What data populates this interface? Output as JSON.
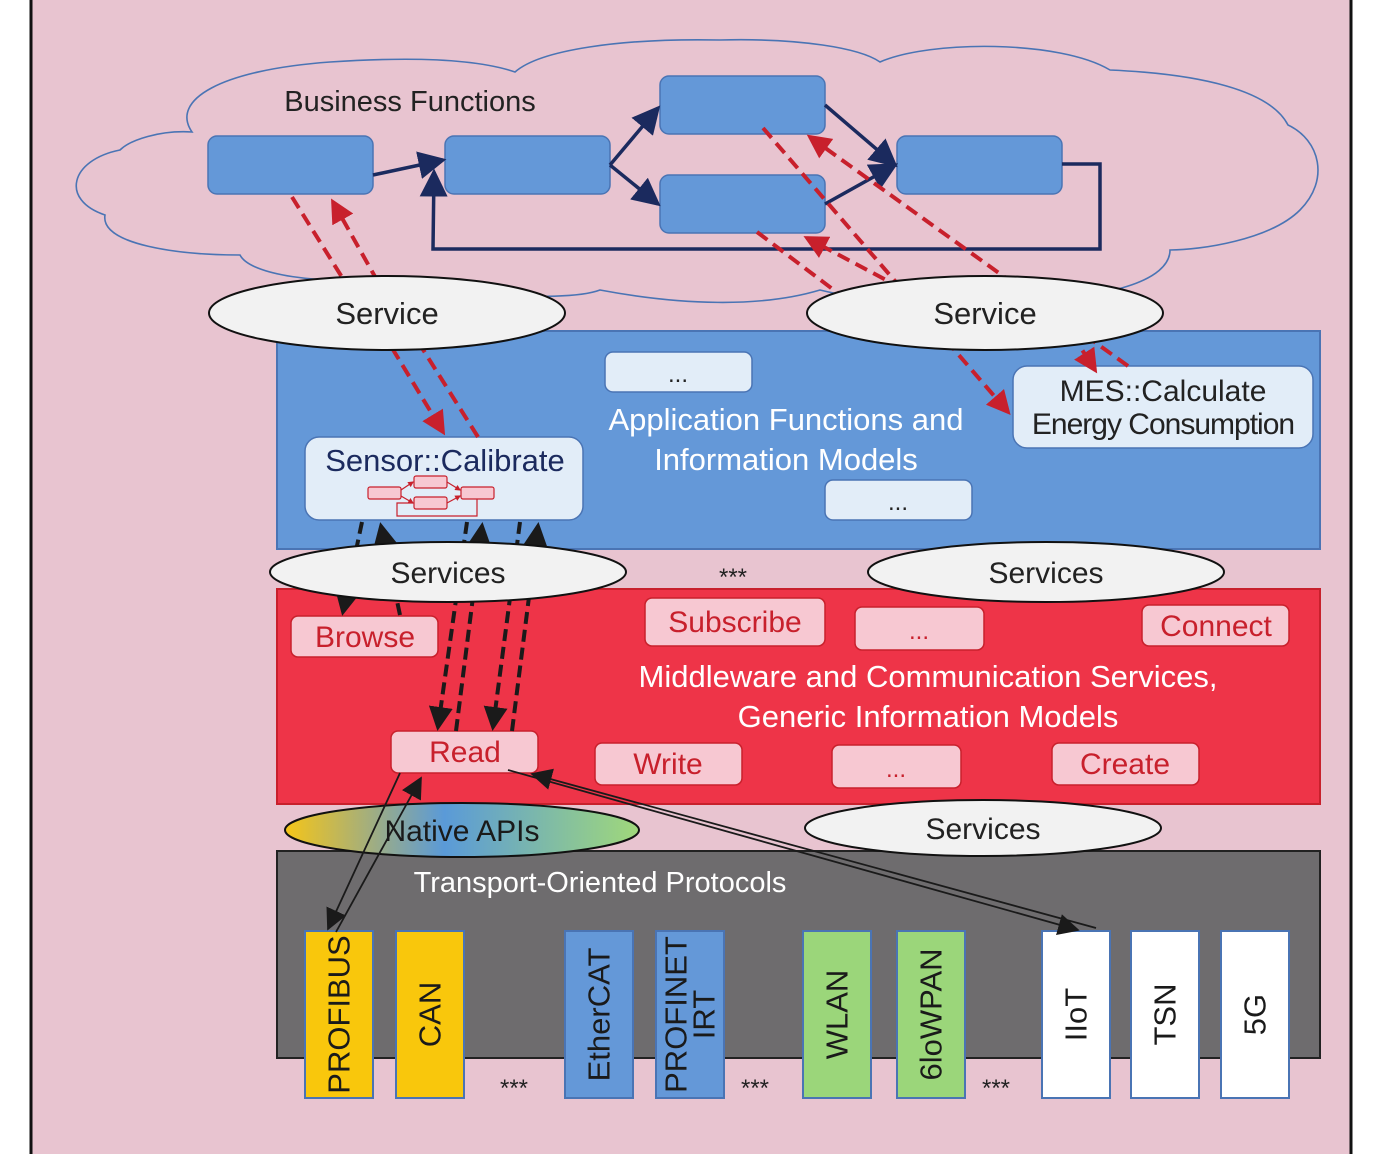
{
  "business": {
    "title": "Business Functions"
  },
  "service_ellipses": {
    "left": "Service",
    "right": "Service",
    "services_left": "Services",
    "services_right": "Services",
    "services_bottom": "Services",
    "native_apis": "Native APIs"
  },
  "application_layer": {
    "title_line1": "Application Functions and",
    "title_line2": "Information Models",
    "ellipsis_top": "...",
    "ellipsis_bottom": "...",
    "sensor_calibrate": "Sensor::Calibrate",
    "mes_line1": "MES::Calculate",
    "mes_line2": "Energy Consumption"
  },
  "separator_stars": "***",
  "middleware_layer": {
    "title_line1": "Middleware and Communication Services,",
    "title_line2": "Generic Information Models",
    "items": {
      "browse": "Browse",
      "subscribe": "Subscribe",
      "ellipsis_top": "...",
      "connect": "Connect",
      "read": "Read",
      "write": "Write",
      "ellipsis_bottom": "...",
      "create": "Create"
    }
  },
  "transport_layer": {
    "title": "Transport-Oriented Protocols",
    "protocols": [
      {
        "label": "PROFIBUS",
        "color": "#f9c70c"
      },
      {
        "label": "CAN",
        "color": "#f9c70c"
      },
      {
        "label": "EtherCAT",
        "color": "#6498d8"
      },
      {
        "label": "PROFINET IRT",
        "color": "#6498d8"
      },
      {
        "label": "WLAN",
        "color": "#9bd67a"
      },
      {
        "label": "6loWPAN",
        "color": "#9bd67a"
      },
      {
        "label": "IIoT",
        "color": "#ffffff"
      },
      {
        "label": "TSN",
        "color": "#ffffff"
      },
      {
        "label": "5G",
        "color": "#ffffff"
      }
    ],
    "stars": [
      "***",
      "***",
      "***"
    ]
  },
  "colors": {
    "background": "#e8c4d0",
    "app_layer": "#6498d8",
    "middleware_layer": "#ee3448",
    "transport_layer": "#6e6c6e",
    "business_box": "#6498d8",
    "flow_arrow": "#1b2a5e",
    "service_arrow": "#c8202c"
  }
}
